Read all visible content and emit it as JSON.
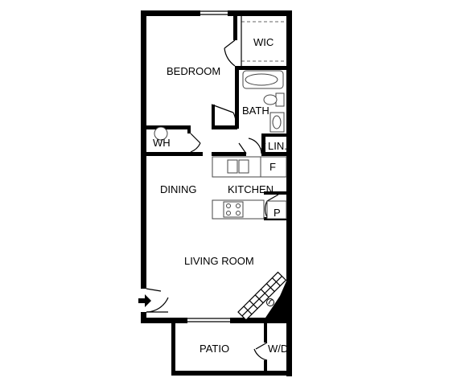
{
  "rooms": {
    "bedroom": "BEDROOM",
    "wic": "WIC",
    "bath": "BATH",
    "wh": "WH",
    "lin": "LIN.",
    "f": "F",
    "dining": "DINING",
    "kitchen": "KITCHEN",
    "p": "P",
    "living": "LIVING ROOM",
    "patio": "PATIO",
    "wd": "W/D"
  },
  "icons": {
    "entry": "entry-arrow-icon",
    "fireplace": "fireplace-icon"
  },
  "colors": {
    "wall": "#000000",
    "background": "#ffffff"
  }
}
